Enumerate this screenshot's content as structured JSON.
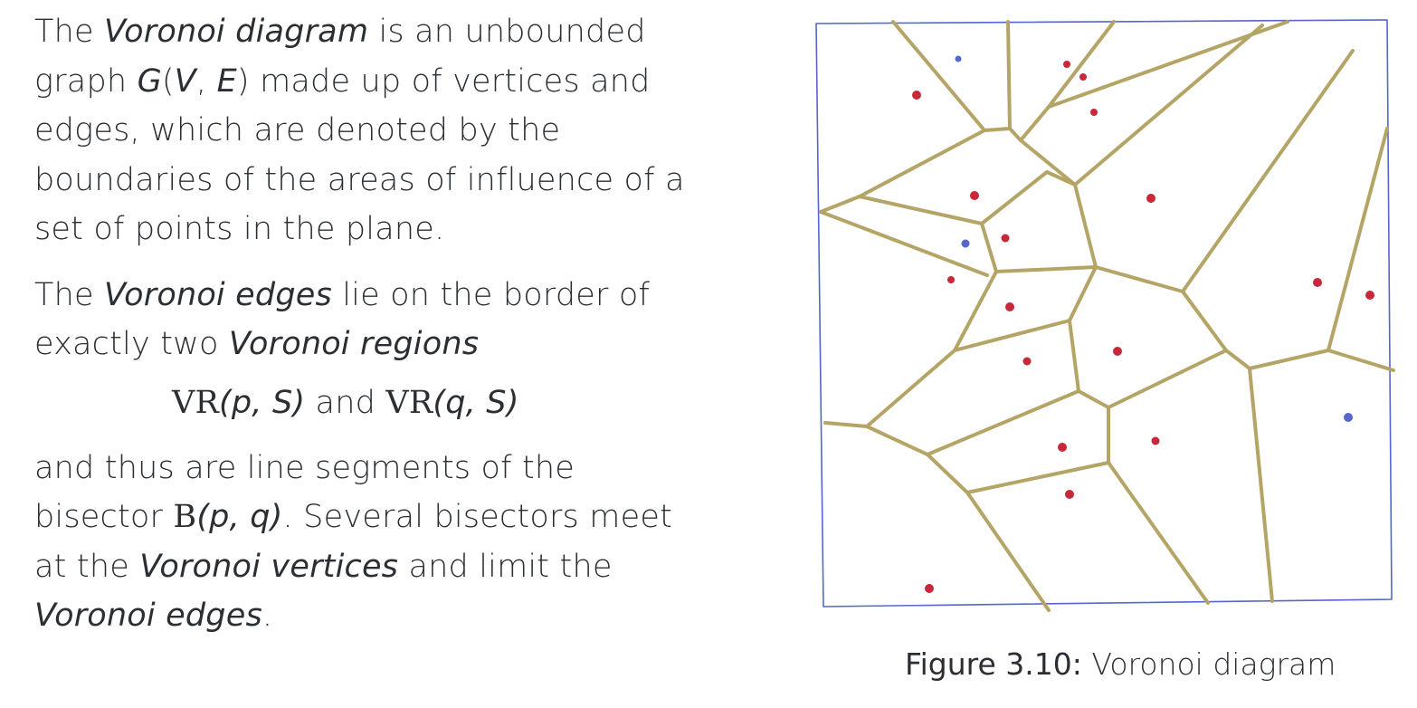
{
  "paragraph1": {
    "t1": "The ",
    "e1": "Voronoi diagram",
    "t2": " is an unbounded graph ",
    "m1": "G",
    "m2": "(",
    "m3": "V",
    "m4": ", ",
    "m5": "E",
    "m6": ")",
    "t3": " made up of vertices and edges, which are denoted by the boundaries of the areas of influence of a set of points in the plane."
  },
  "paragraph2": {
    "t1": "The ",
    "e1": "Voronoi edges",
    "t2": " lie on the border of exactly two ",
    "e2": "Voronoi regions"
  },
  "display": {
    "vr1": "VR",
    "args1": "(p, S)",
    "and": " and ",
    "vr2": "VR",
    "args2": "(q, S)"
  },
  "paragraph3": {
    "t1": "and thus are line segments of the bisector ",
    "b": "B",
    "bargs": "(p, q)",
    "t2": ". Several bisectors meet at the ",
    "e1": "Voronoi vertices",
    "t3": " and limit the ",
    "e2": "Voronoi edges",
    "t4": "."
  },
  "caption": {
    "label": "Figure 3.10:",
    "text": " Voronoi diagram"
  },
  "colors": {
    "frame": "#5566cc",
    "edge": "#b4a566",
    "site": "#c8283a"
  }
}
